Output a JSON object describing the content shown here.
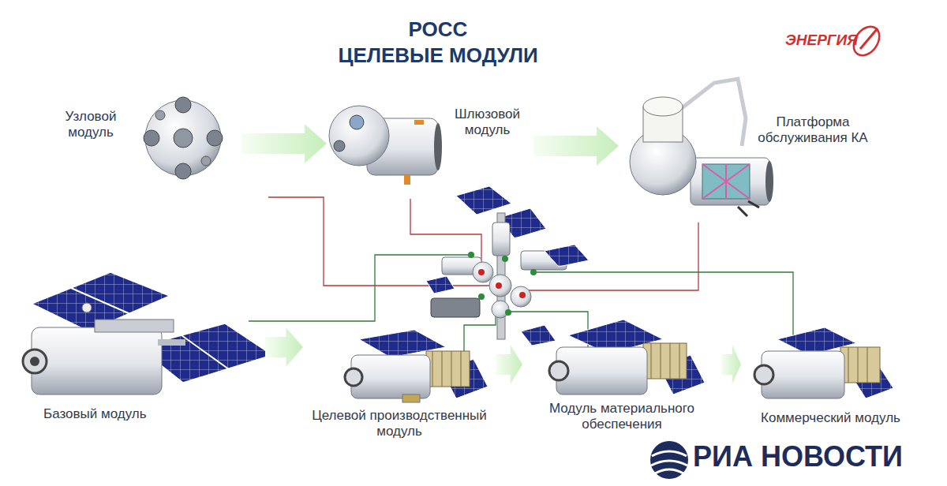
{
  "diagram": {
    "title": "РОСС",
    "nodes": [
      {
        "text": [
          "Узловой модуль"
        ]
      },
      {
        "text": [
          "Шлюзовой модуль"
        ]
      },
      {
        "text": [
          "Платформа обслуживания КА"
        ]
      },
      {
        "text": [
          "Базовый модуль"
        ]
      },
      {
        "text": [
          "Целевой производственный модуль"
        ]
      },
      {
        "text": [
          "Модуль материального обеспечения"
        ]
      },
      {
        "text": [
          "Коммерческий модуль"
        ]
      }
    ],
    "edges": [
      {
        "from": 0,
        "to": 1,
        "arrow": "to"
      },
      {
        "from": 1,
        "to": 2,
        "arrow": "to"
      },
      {
        "from": 3,
        "to": 4,
        "arrow": "to"
      },
      {
        "from": 4,
        "to": 5,
        "arrow": "to"
      },
      {
        "from": 5,
        "to": 6,
        "arrow": "to"
      }
    ],
    "labels": [
      "ЦЕЛЕВЫЕ МОДУЛИ",
      "ЭНЕРГИЯ",
      "РИА НОВОСТИ"
    ]
  }
}
